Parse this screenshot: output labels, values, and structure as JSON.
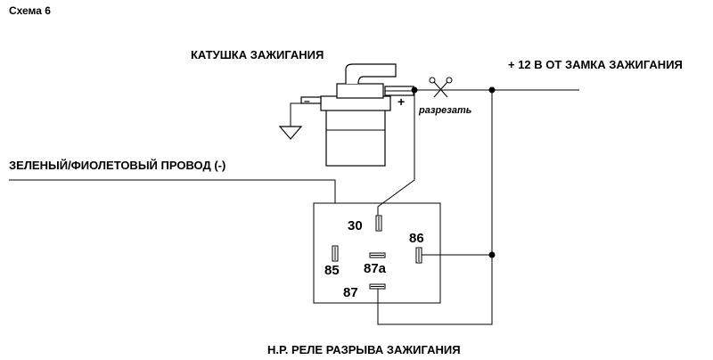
{
  "title": "Схема 6",
  "coil_label": "КАТУШКА ЗАЖИГАНИЯ",
  "minus_sign": "–",
  "plus_sign": "+",
  "cut_label": "разрезать",
  "power_label": "+ 12 В ОТ ЗАМКА ЗАЖИГАНИЯ",
  "wire_label": "ЗЕЛЕНЫЙ/ФИОЛЕТОВЫЙ ПРОВОД (-)",
  "relay_label": "Н.Р. РЕЛЕ РАЗРЫВА ЗАЖИГАНИЯ",
  "pins": {
    "p30": "30",
    "p85": "85",
    "p86": "86",
    "p87a": "87a",
    "p87": "87"
  },
  "icons": {
    "scissors": "scissors-icon",
    "ground": "ground-icon"
  }
}
